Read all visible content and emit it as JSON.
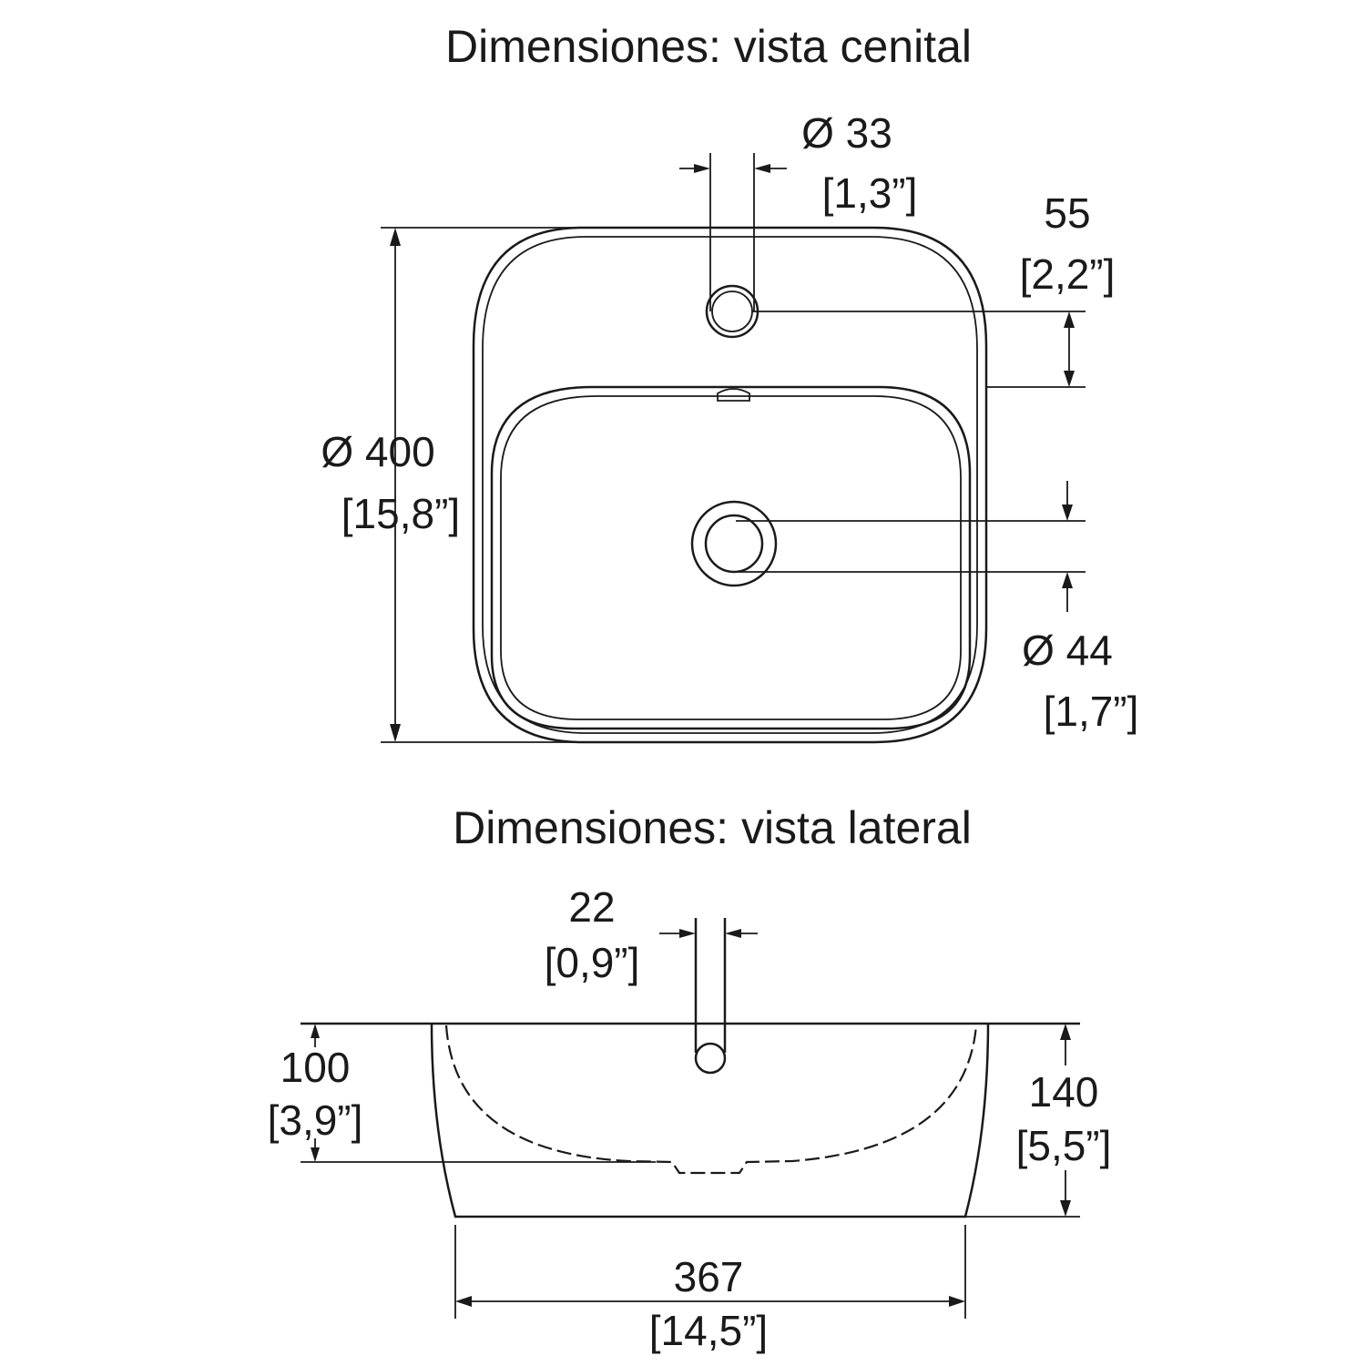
{
  "top_view": {
    "title": "Dimensiones: vista cenital",
    "dim_overall": {
      "value": "Ø 400",
      "inches": "[15,8”]"
    },
    "dim_tap_hole": {
      "value": "Ø 33",
      "inches": "[1,3”]"
    },
    "dim_tap_offset": {
      "value": "55",
      "inches": "[2,2”]"
    },
    "dim_drain": {
      "value": "Ø 44",
      "inches": "[1,7”]"
    }
  },
  "side_view": {
    "title": "Dimensiones: vista lateral",
    "dim_overflow": {
      "value": "22",
      "inches": "[0,9”]"
    },
    "dim_bowl_depth": {
      "value": "100",
      "inches": "[3,9”]"
    },
    "dim_height": {
      "value": "140",
      "inches": "[5,5”]"
    },
    "dim_base_width": {
      "value": "367",
      "inches": "[14,5”]"
    }
  }
}
